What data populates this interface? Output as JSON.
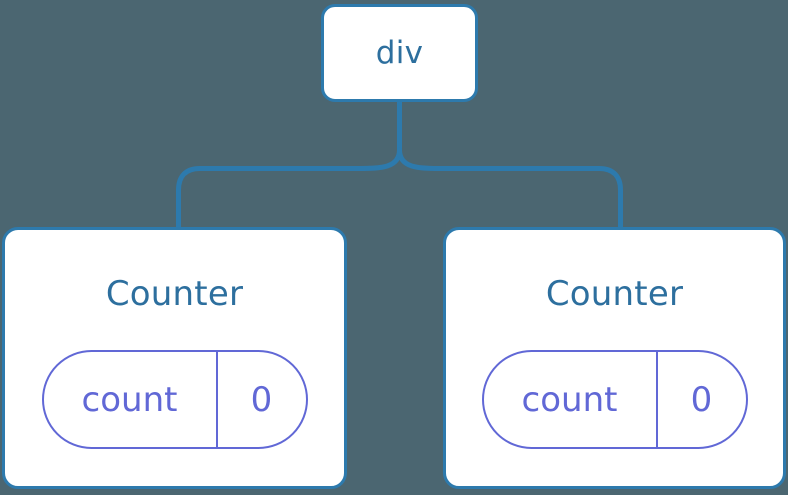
{
  "diagram": {
    "type": "component-tree",
    "background_color": "#4b6671",
    "node_border_color": "#2d7aad",
    "node_fill_color": "#ffffff",
    "node_text_color": "#2d6f9e",
    "pill_color": "#6168d6",
    "connector_color": "#2d7aad"
  },
  "root": {
    "label": "div"
  },
  "children": [
    {
      "title": "Counter",
      "state": {
        "key": "count",
        "value": "0"
      }
    },
    {
      "title": "Counter",
      "state": {
        "key": "count",
        "value": "0"
      }
    }
  ]
}
